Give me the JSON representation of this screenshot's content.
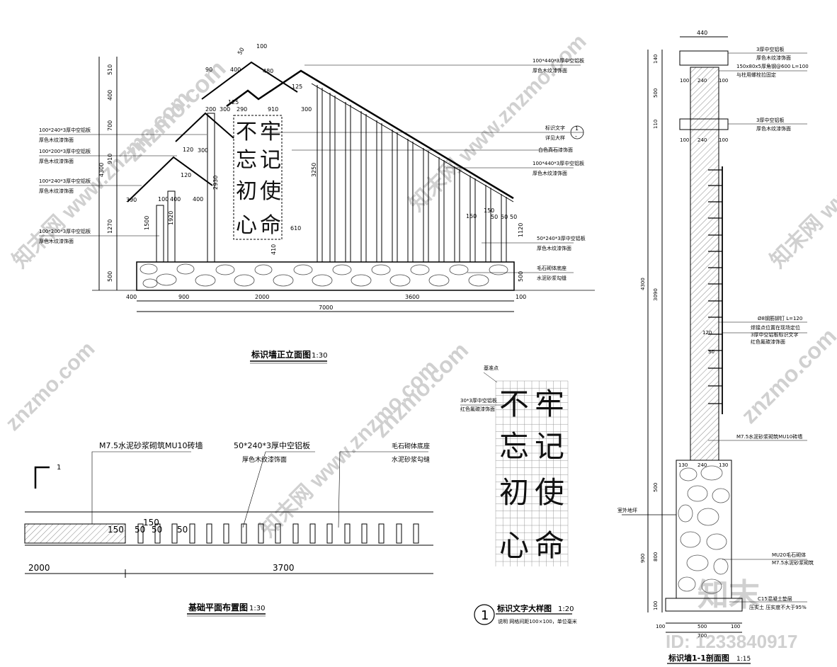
{
  "front_elevation": {
    "title": "标识墙正立面图",
    "scale": "1:30",
    "wall_text": [
      "不",
      "忘",
      "初",
      "心",
      "牢",
      "记",
      "使",
      "命"
    ],
    "left_dims": [
      "510",
      "400",
      "700",
      "910",
      "4300",
      "1270",
      "500"
    ],
    "top_dims": [
      "100",
      "50",
      "90",
      "480",
      "400",
      "125",
      "200",
      "300",
      "290",
      "910",
      "300",
      "120",
      "125",
      "120",
      "300",
      "390",
      "400",
      "400",
      "100"
    ],
    "bottom_dims": [
      "400",
      "900",
      "2000",
      "3600",
      "100",
      "7000"
    ],
    "inner_dims": [
      "1500",
      "1920",
      "2930",
      "3250",
      "610",
      "410",
      "150",
      "150",
      "50",
      "50",
      "50",
      "1120",
      "500"
    ],
    "left_labels": [
      "100*240*3厚中空铝板|厚色木纹漆饰面",
      "100*200*3厚中空铝板|厚色木纹漆饰面",
      "100*240*3厚中空铝板|厚色木纹漆饰面",
      "100*200*3厚中空铝板|厚色木纹漆饰面"
    ],
    "right_labels": [
      "100*440*3厚中空铝板|厚色木纹漆饰面",
      "标识文字|详见大样",
      "白色真石漆饰面",
      "100*440*3厚中空铝板|厚色木纹漆饰面",
      "50*240*3厚中空铝板|厚色木纹漆饰面",
      "毛石砌体底座|水泥砂浆勾缝"
    ],
    "ref_mark": {
      "top": "1",
      "bottom": "-"
    }
  },
  "foundation_plan": {
    "title": "基础平面布置图",
    "scale": "1:30",
    "section_mark": "1",
    "labels": [
      "M7.5水泥砂浆砌筑MU10砖墙",
      "50*240*3厚中空铝板|厚色木纹漆饰面",
      "毛石砌体底座|水泥砂浆勾缝"
    ],
    "dims": [
      "150",
      "150",
      "50",
      "50",
      "50",
      "2000",
      "3700"
    ]
  },
  "text_detail": {
    "title": "标识文字大样图",
    "scale": "1:20",
    "mark": "1",
    "note": "说明  网格间距100×100，单位毫米",
    "top_label": "基准点",
    "label": "30*3厚中空铝板|红色氟碳漆饰面",
    "col_left": [
      "不",
      "忘",
      "初",
      "心"
    ],
    "col_right": [
      "牢",
      "记",
      "使",
      "命"
    ]
  },
  "section": {
    "title": "标识墙1-1剖面图",
    "scale": "1:15",
    "top_dim": "440",
    "dims_left": [
      "140",
      "500",
      "110",
      "4300",
      "3090",
      "500",
      "900",
      "800",
      "100"
    ],
    "inner_dims": [
      "100",
      "240",
      "100",
      "100",
      "240",
      "100",
      "130",
      "240",
      "130",
      "120",
      "30"
    ],
    "bottom_dims": [
      "100",
      "500",
      "100",
      "700"
    ],
    "labels": [
      "3厚中空铝板|厚色木纹漆饰面",
      "150x80x5厚角钢@600 L=100|与柱用螺栓拉固定",
      "3厚中空铝板|厚色木纹漆饰面",
      "Ø8钢筋铆钉 L=120",
      "焊接点位置在现场定位|3厚中空铝板标识文字|红色氟碳漆饰面",
      "M7.5水泥砂浆砌筑MU10砖墙",
      "MU20毛石砌体|M7.5水泥砂浆砌筑",
      "C15混凝土垫层|压实土 压实度不大于95%"
    ],
    "ground_label": "室外地坪"
  },
  "watermarks": [
    "znzmo.com",
    "知末网 www.znzmo.com",
    "知末",
    "ID: 1233840917"
  ]
}
